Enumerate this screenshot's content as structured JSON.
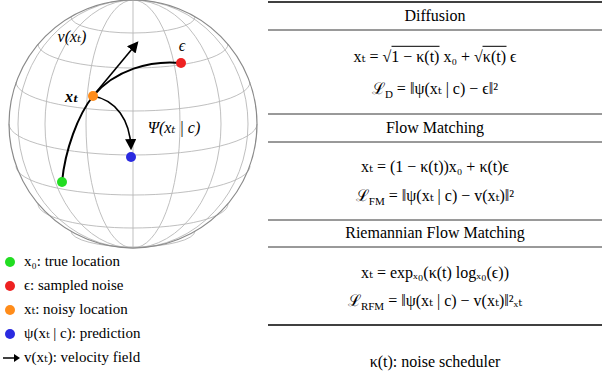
{
  "diagram": {
    "labels": [
      "v(xₜ)",
      "ϵ",
      "xₜ",
      "Ψ(xₜ | c)",
      "Diffusion",
      "xₜ = √",
      "1 − κ(t)",
      "x₀ + √",
      "κ(t)",
      "ϵ",
      "ℒ",
      "D",
      "= ‖ψ(xₜ | c) − ϵ‖²",
      "Flow Matching",
      "xₜ = (1 − κ(t))x₀ + κ(t)ϵ",
      "ℒ",
      "FM",
      "= ‖ψ(xₜ | c) − v(xₜ)‖²",
      "Riemannian Flow Matching",
      "xₜ = expₓ₀(κ(t) logₓ₀(ϵ))",
      "ℒ",
      "RFM",
      "= ‖ψ(xₜ | c) − v(xₜ)‖²ₓₜ",
      "κ(t): noise scheduler"
    ],
    "legend": [
      {
        "text": "x₀: true location",
        "color": "#22dd22"
      },
      {
        "text": "ϵ: sampled noise",
        "color": "#ee2222"
      },
      {
        "text": "xₜ: noisy location",
        "color": "#ff8c1a"
      },
      {
        "text": "ψ(xₜ | c): prediction",
        "color": "#2a2ae0"
      },
      {
        "text": "v(xₜ): velocity field"
      }
    ]
  }
}
